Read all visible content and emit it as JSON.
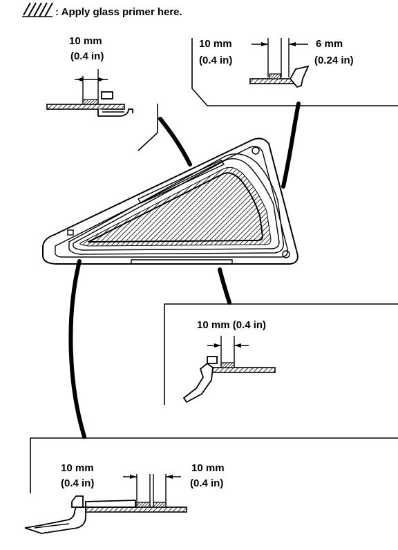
{
  "legend": {
    "text": ": Apply glass primer here.",
    "icon": "hatch-swatch-icon"
  },
  "callouts": {
    "top_left": {
      "dim_mm": "10 mm",
      "dim_in": "(0.4 in)"
    },
    "top_right": {
      "left_mm": "10 mm",
      "left_in": "(0.4 in)",
      "right_mm": "6 mm",
      "right_in": "(0.24 in)"
    },
    "mid_right": {
      "dim": "10 mm (0.4 in)"
    },
    "bottom": {
      "left_mm": "10 mm",
      "left_in": "(0.4 in)",
      "right_mm": "10 mm",
      "right_in": "(0.4 in)"
    }
  }
}
